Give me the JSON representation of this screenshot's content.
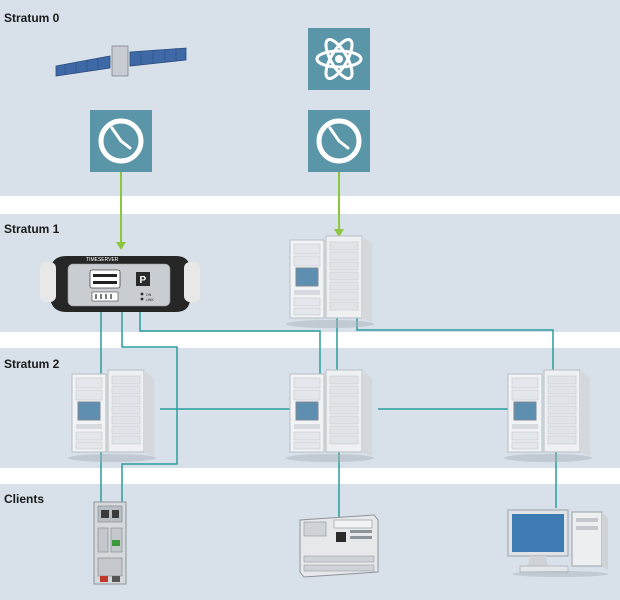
{
  "strata": {
    "stratum0": "Stratum 0",
    "stratum1": "Stratum 1",
    "stratum2": "Stratum 2",
    "clients": "Clients"
  },
  "devices": {
    "time_server_brand": "TIMESERVER",
    "time_server_leds": [
      "ON",
      "LINK"
    ]
  },
  "colors": {
    "band_background": "#d8e1e9",
    "gps_link": "#8cc63f",
    "network_link": "#2a9d9d",
    "clock_tile": "#5b96a8",
    "atomic_tile": "#5b96a8"
  },
  "icons": [
    "gps-satellite-icon",
    "atomic-clock-icon",
    "clock-icon",
    "server-rack-icon",
    "time-server-device-icon",
    "plc-controller-icon",
    "io-module-icon",
    "desktop-computer-icon"
  ]
}
